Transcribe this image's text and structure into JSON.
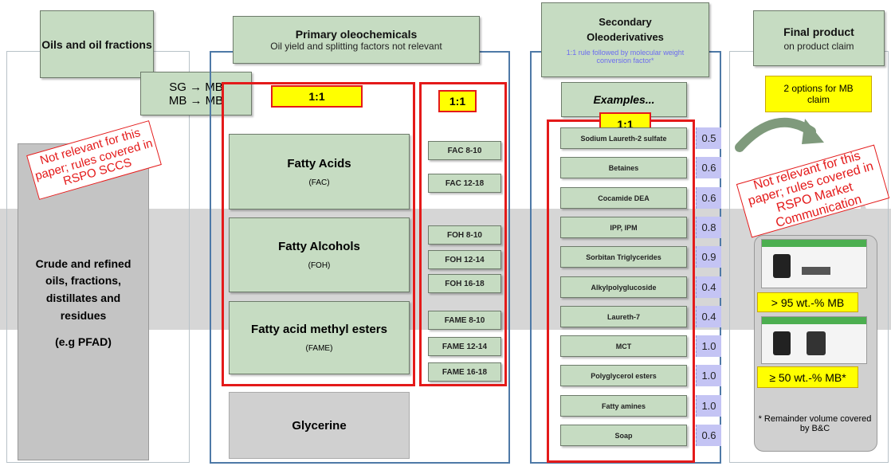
{
  "columns": {
    "oils": {
      "title": "Oils and oil fractions",
      "main": "Crude and refined oils, fractions, distillates and residues",
      "example": "(e.g PFAD)"
    },
    "primary": {
      "title": "Primary oleochemicals",
      "subtitle": "Oil yield and splitting factors not relevant"
    },
    "secondary": {
      "title": "Secondary Oleoderivatives",
      "rule": "1:1 rule followed by molecular weight conversion factor*",
      "examples_label": "Examples..."
    },
    "final": {
      "title": "Final product",
      "subtitle": "on product claim",
      "options": "2 options for MB claim",
      "claim_95": "> 95 wt.-% MB",
      "claim_50": "≥ 50 wt.-% MB*",
      "remainder": "* Remainder volume covered by B&C"
    }
  },
  "transition": {
    "line1": "SG → MB",
    "line2": "MB → MB"
  },
  "ratios": {
    "primary_groups": "1:1",
    "primary_subgroups": "1:1",
    "secondary": "1:1"
  },
  "stamps": {
    "left": "Not relevant for this paper; rules covered in RSPO SCCS",
    "right": "Not relevant for this paper; rules covered in RSPO Market Communication"
  },
  "primary_groups": [
    {
      "name": "Fatty Acids",
      "abbr": "(FAC)"
    },
    {
      "name": "Fatty Alcohols",
      "abbr": "(FOH)"
    },
    {
      "name": "Fatty acid methyl esters",
      "abbr": "(FAME)"
    }
  ],
  "glycerine": "Glycerine",
  "primary_subgroups": [
    "FAC 8-10",
    "FAC 12-18",
    "FOH 8-10",
    "FOH 12-14",
    "FOH 16-18",
    "FAME 8-10",
    "FAME 12-14",
    "FAME 16-18"
  ],
  "secondary_examples": [
    {
      "name": "Sodium Laureth-2 sulfate",
      "factor": "0.5"
    },
    {
      "name": "Betaines",
      "factor": "0.6"
    },
    {
      "name": "Cocamide DEA",
      "factor": "0.6"
    },
    {
      "name": "IPP, IPM",
      "factor": "0.8"
    },
    {
      "name": "Sorbitan Triglycerides",
      "factor": "0.9"
    },
    {
      "name": "Alkylpolyglucoside",
      "factor": "0.4"
    },
    {
      "name": "Laureth-7",
      "factor": "0.4"
    },
    {
      "name": "MCT",
      "factor": "1.0"
    },
    {
      "name": "Polyglycerol esters",
      "factor": "1.0"
    },
    {
      "name": "Fatty amines",
      "factor": "1.0"
    },
    {
      "name": "Soap",
      "factor": "0.6"
    }
  ],
  "colors": {
    "green": "#c6dcc2",
    "red": "#e41a1a",
    "blue": "#4e79a7",
    "yellow": "#ffff00",
    "lavender": "#c4c4f4",
    "band": "#d4d4d4"
  }
}
